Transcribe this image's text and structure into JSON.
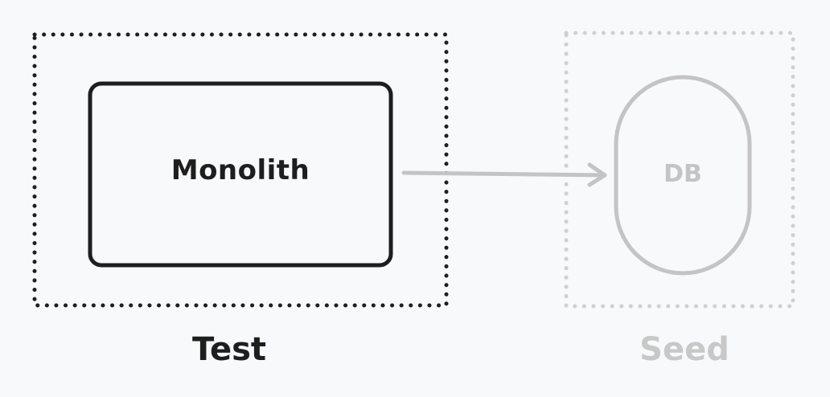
{
  "diagram": {
    "nodes": {
      "monolith": {
        "label": "Monolith"
      },
      "db": {
        "label": "DB"
      }
    },
    "groups": {
      "test": {
        "label": "Test"
      },
      "seed": {
        "label": "Seed"
      }
    },
    "colors": {
      "active_stroke": "#1e1e1e",
      "muted_stroke": "#c4c4c4",
      "muted_dots": "#d0d0d0",
      "background": "#f8f9fa"
    }
  }
}
